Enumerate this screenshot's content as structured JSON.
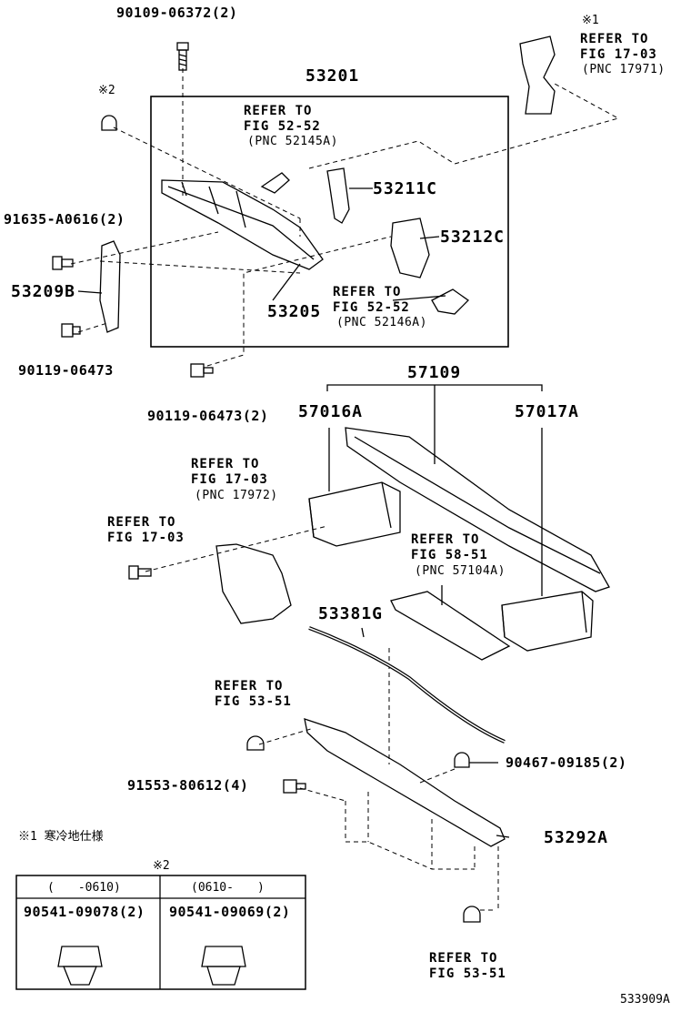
{
  "labels": {
    "p90109_06372": "90109-06372(2)",
    "note1_mark": "※1",
    "refer_tr_1": "REFER TO",
    "refer_tr_2": "FIG 17-03",
    "refer_tr_3": "(PNC 17971)",
    "note2_mark": "※2",
    "p53201": "53201",
    "refer_a_1": "REFER TO",
    "refer_a_2": "FIG 52-52",
    "refer_a_3": "(PNC 52145A)",
    "p53211c": "53211C",
    "p53212c": "53212C",
    "p91635": "91635-A0616(2)",
    "p53209b": "53209B",
    "refer_b_1": "REFER TO",
    "refer_b_2": "FIG 52-52",
    "refer_b_3": "(PNC 52146A)",
    "p53205": "53205",
    "p90119_a": "90119-06473",
    "p90119_b": "90119-06473(2)",
    "p57109": "57109",
    "p57016a": "57016A",
    "p57017a": "57017A",
    "refer_c_1": "REFER TO",
    "refer_c_2": "FIG 17-03",
    "refer_c_3": "(PNC 17972)",
    "refer_d_1": "REFER TO",
    "refer_d_2": "FIG 17-03",
    "refer_e_1": "REFER TO",
    "refer_e_2": "FIG 58-51",
    "refer_e_3": "(PNC 57104A)",
    "p53381g": "53381G",
    "refer_f_1": "REFER TO",
    "refer_f_2": "FIG 53-51",
    "p90467": "90467-09185(2)",
    "p91553": "91553-80612(4)",
    "p53292a": "53292A",
    "note1_text": "※1 寒冷地仕様",
    "table_mark": "※2",
    "refer_g_1": "REFER TO",
    "refer_g_2": "FIG 53-51",
    "diagram_id": "533909A"
  },
  "table": {
    "col1_header": "(　　-0610)",
    "col2_header": "(0610-　　)",
    "col1_part": "90541-09078(2)",
    "col2_part": "90541-09069(2)"
  }
}
